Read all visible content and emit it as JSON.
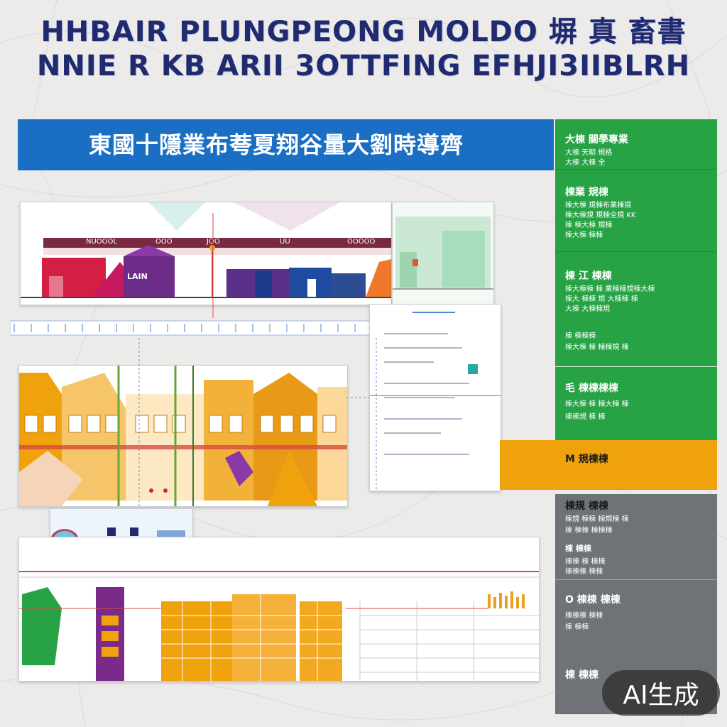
{
  "header": {
    "line1": "HHBAIR PLUNGPEONG MOLDO 塀 真 畜書",
    "line2": "NNIE R KB ARII 3OTTFING EFHJI3IIBLRH"
  },
  "banner": {
    "text": "東國十隱業布荂夏翔谷量大劉時導齊"
  },
  "diagram": {
    "label_a": "NUOOOL",
    "label_b": "OOO",
    "label_c": "JOO",
    "label_d": "UU",
    "label_e": "OOOOO",
    "building_label": "LAIN"
  },
  "sidebar": {
    "b1_title": "大棟 關學專業",
    "b1_line1": "大棟 天朝 規格",
    "b1_line2": "大棟 大棟 全",
    "b2_title": "棟業 規棟",
    "b2_line1": "棟大棟 規棟布業棟規",
    "b2_line2": "棟大棟規 規棟全規 KK",
    "b2_line3": "棟 棟大棟 規棟",
    "b2_line4": "棟大棟 棟棟",
    "b3_title": "棟 江 棟棟",
    "b3_line1": "棟大棟棟 棟 業棟棟規棟大棟",
    "b3_line2": "棟大 棟棟 規 大棟棟 棟",
    "b3_line3": "大棟 大棟棟規",
    "b4_line1": "棟 棟棟棟",
    "b4_line2": "棟大棟 棟 棟棟規 棟",
    "b5_title": "毛 棟棟棟棟",
    "b5_line1": "棟大棟 棟 棟大棟 棟",
    "b5_line2": "棟棟規 棟 棟",
    "b6_title": "M 規棟棟",
    "b7_title": "棟規 棟棟",
    "b7_line1": "棟規 棟棟 棟規棟 棟",
    "b7_line2": "棟 棟棟 棟棟棟",
    "b8_title": "棟 棟棟",
    "b8_line1": "棟棟 棟 棟棟",
    "b8_line2": "棟棟棟 棟棟",
    "b9_title": "O 棟棟 棟棟",
    "b9_line1": "棟棟棟 棟棟",
    "b9_line2": "棟 棟棟",
    "b10_title": "棟 棟棟"
  },
  "badge": {
    "text": "AI生成"
  },
  "colors": {
    "blue": "#1a6fc4",
    "green": "#27a245",
    "orange": "#f0a20c",
    "gray": "#6f7276",
    "navy": "#1f2b6e",
    "magenta": "#c4236e",
    "purple": "#6a2b8a"
  }
}
